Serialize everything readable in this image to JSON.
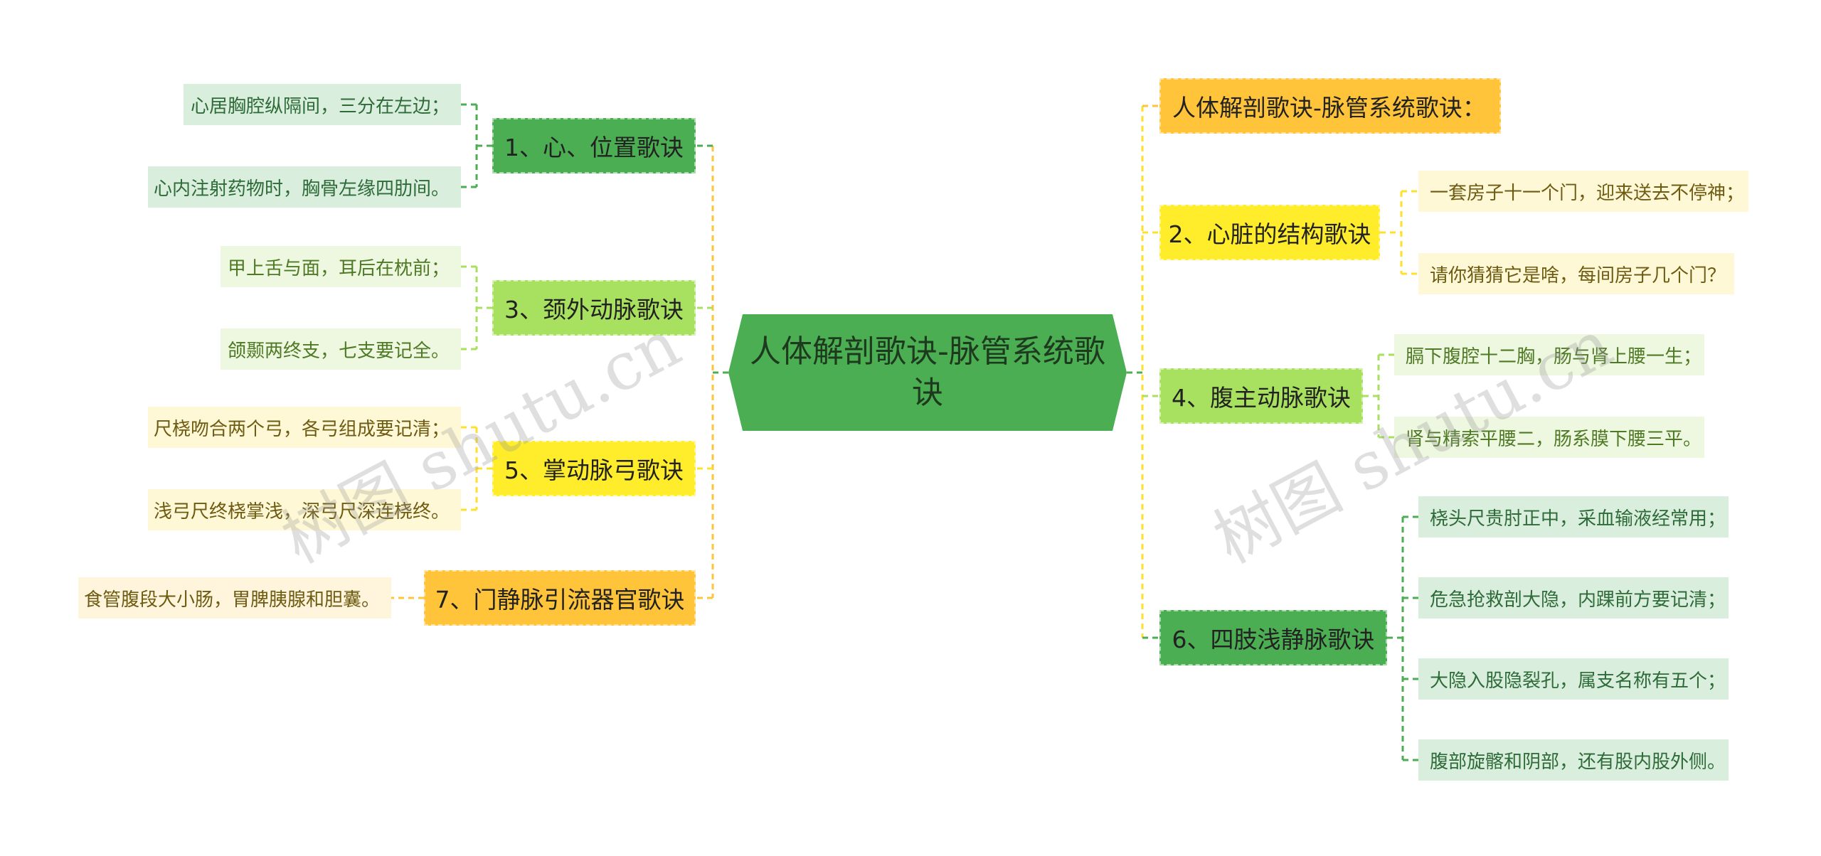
{
  "root": {
    "title": "人体解剖歌诀-脉管系统歌诀"
  },
  "left": [
    {
      "id": "b1",
      "label": "1、心、位置歌诀",
      "children": [
        "心居胸腔纵隔间，三分在左边；",
        "心内注射药物时，胸骨左缘四肋间。"
      ]
    },
    {
      "id": "b3",
      "label": "3、颈外动脉歌诀",
      "children": [
        "甲上舌与面，耳后在枕前；",
        "颌颞两终支，七支要记全。"
      ]
    },
    {
      "id": "b5",
      "label": "5、掌动脉弓歌诀",
      "children": [
        "尺桡吻合两个弓，各弓组成要记清；",
        "浅弓尺终桡掌浅，深弓尺深连桡终。"
      ]
    },
    {
      "id": "b7",
      "label": "7、门静脉引流器官歌诀",
      "children": [
        "食管腹段大小肠，胃脾胰腺和胆囊。"
      ]
    }
  ],
  "right": [
    {
      "id": "b0",
      "label": "人体解剖歌诀-脉管系统歌诀：",
      "children": []
    },
    {
      "id": "b2",
      "label": "2、心脏的结构歌诀",
      "children": [
        "一套房子十一个门，迎来送去不停神；",
        "请你猜猜它是啥，每间房子几个门？"
      ]
    },
    {
      "id": "b4",
      "label": "4、腹主动脉歌诀",
      "children": [
        "膈下腹腔十二胸，肠与肾上腰一生；",
        "肾与精索平腰二，肠系膜下腰三平。"
      ]
    },
    {
      "id": "b6",
      "label": "6、四肢浅静脉歌诀",
      "children": [
        "桡头尺贵肘正中，采血输液经常用；",
        "危急抢救剖大隐，内踝前方要记清；",
        "大隐入股隐裂孔，属支名称有五个；",
        "腹部旋髂和阴部，还有股内股外侧。"
      ]
    }
  ],
  "watermark": [
    "树图 shutu.cn",
    "树图 shutu.cn"
  ],
  "colors": {
    "dark_green": "#4cae52",
    "mid_green": "#a8e05f",
    "bright_yellow": "#ffec2b",
    "gold": "#ffc43a"
  }
}
